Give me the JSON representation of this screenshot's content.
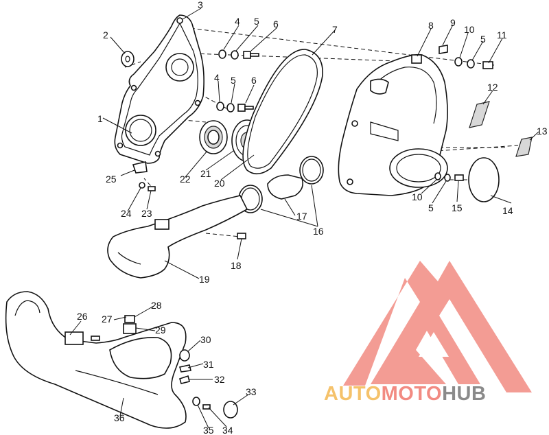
{
  "callouts": [
    {
      "key": "c1",
      "text": "1"
    },
    {
      "key": "c2",
      "text": "2"
    },
    {
      "key": "c3",
      "text": "3"
    },
    {
      "key": "c4a",
      "text": "4"
    },
    {
      "key": "c4b",
      "text": "4"
    },
    {
      "key": "c5a",
      "text": "5"
    },
    {
      "key": "c5b",
      "text": "5"
    },
    {
      "key": "c5c",
      "text": "5"
    },
    {
      "key": "c5d",
      "text": "5"
    },
    {
      "key": "c6a",
      "text": "6"
    },
    {
      "key": "c6b",
      "text": "6"
    },
    {
      "key": "c7",
      "text": "7"
    },
    {
      "key": "c8",
      "text": "8"
    },
    {
      "key": "c9",
      "text": "9"
    },
    {
      "key": "c10a",
      "text": "10"
    },
    {
      "key": "c10b",
      "text": "10"
    },
    {
      "key": "c11",
      "text": "11"
    },
    {
      "key": "c12",
      "text": "12"
    },
    {
      "key": "c13",
      "text": "13"
    },
    {
      "key": "c14",
      "text": "14"
    },
    {
      "key": "c15",
      "text": "15"
    },
    {
      "key": "c16",
      "text": "16"
    },
    {
      "key": "c17",
      "text": "17"
    },
    {
      "key": "c18",
      "text": "18"
    },
    {
      "key": "c19",
      "text": "19"
    },
    {
      "key": "c20",
      "text": "20"
    },
    {
      "key": "c21",
      "text": "21"
    },
    {
      "key": "c22",
      "text": "22"
    },
    {
      "key": "c23",
      "text": "23"
    },
    {
      "key": "c24",
      "text": "24"
    },
    {
      "key": "c25",
      "text": "25"
    },
    {
      "key": "c26",
      "text": "26"
    },
    {
      "key": "c27",
      "text": "27"
    },
    {
      "key": "c28",
      "text": "28"
    },
    {
      "key": "c29",
      "text": "29"
    },
    {
      "key": "c30",
      "text": "30"
    },
    {
      "key": "c31",
      "text": "31"
    },
    {
      "key": "c32",
      "text": "32"
    },
    {
      "key": "c33",
      "text": "33"
    },
    {
      "key": "c34",
      "text": "34"
    },
    {
      "key": "c35",
      "text": "35"
    },
    {
      "key": "c36",
      "text": "36"
    }
  ],
  "watermark": {
    "word_part1": "AUTO",
    "word_part2": "MOTO",
    "word_part3": "HUB",
    "color_part1": "#F5C26B",
    "color_part2": "#F28B82",
    "color_part3": "#8A8A8A",
    "logo_color": "#F28B82"
  }
}
